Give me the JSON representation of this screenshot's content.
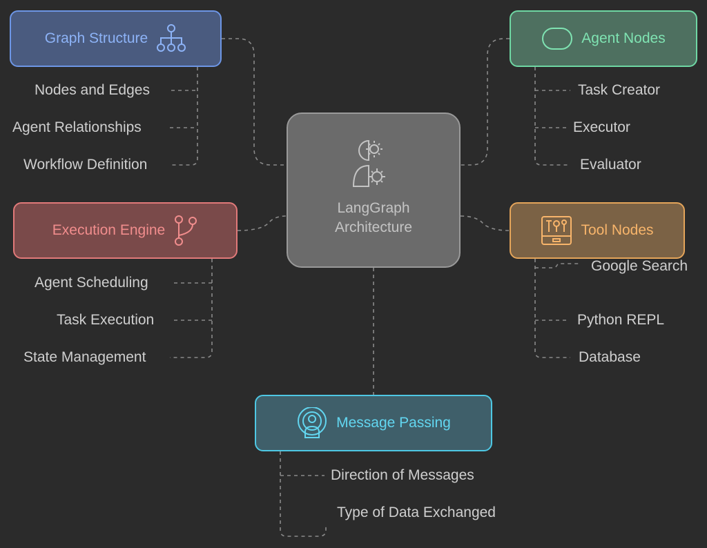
{
  "center": {
    "line1": "LangGraph",
    "line2": "Architecture",
    "icon": "brain-gear-icon"
  },
  "nodes": {
    "graph_structure": {
      "title": "Graph Structure",
      "icon": "hierarchy-icon",
      "items": [
        "Nodes and Edges",
        "Agent Relationships",
        "Workflow Definition"
      ]
    },
    "agent_nodes": {
      "title": "Agent Nodes",
      "icon": "pill-shape-icon",
      "items": [
        "Task Creator",
        "Executor",
        "Evaluator"
      ]
    },
    "execution_engine": {
      "title": "Execution Engine",
      "icon": "branch-icon",
      "items": [
        "Agent Scheduling",
        "Task Execution",
        "State Management"
      ]
    },
    "tool_nodes": {
      "title": "Tool Nodes",
      "icon": "toolbox-icon",
      "items": [
        "Google Search",
        "Python REPL",
        "Database"
      ]
    },
    "message_passing": {
      "title": "Message Passing",
      "icon": "broadcast-icon",
      "items": [
        "Direction of Messages",
        "Type of Data Exchanged"
      ]
    }
  },
  "colors": {
    "background": "#2b2b2b",
    "graph_structure": "#6d96e6",
    "agent_nodes": "#6fd8a4",
    "execution_engine": "#e27a7a",
    "tool_nodes": "#e5a55a",
    "message_passing": "#4ec8e4",
    "connector": "#8a8a8a"
  }
}
